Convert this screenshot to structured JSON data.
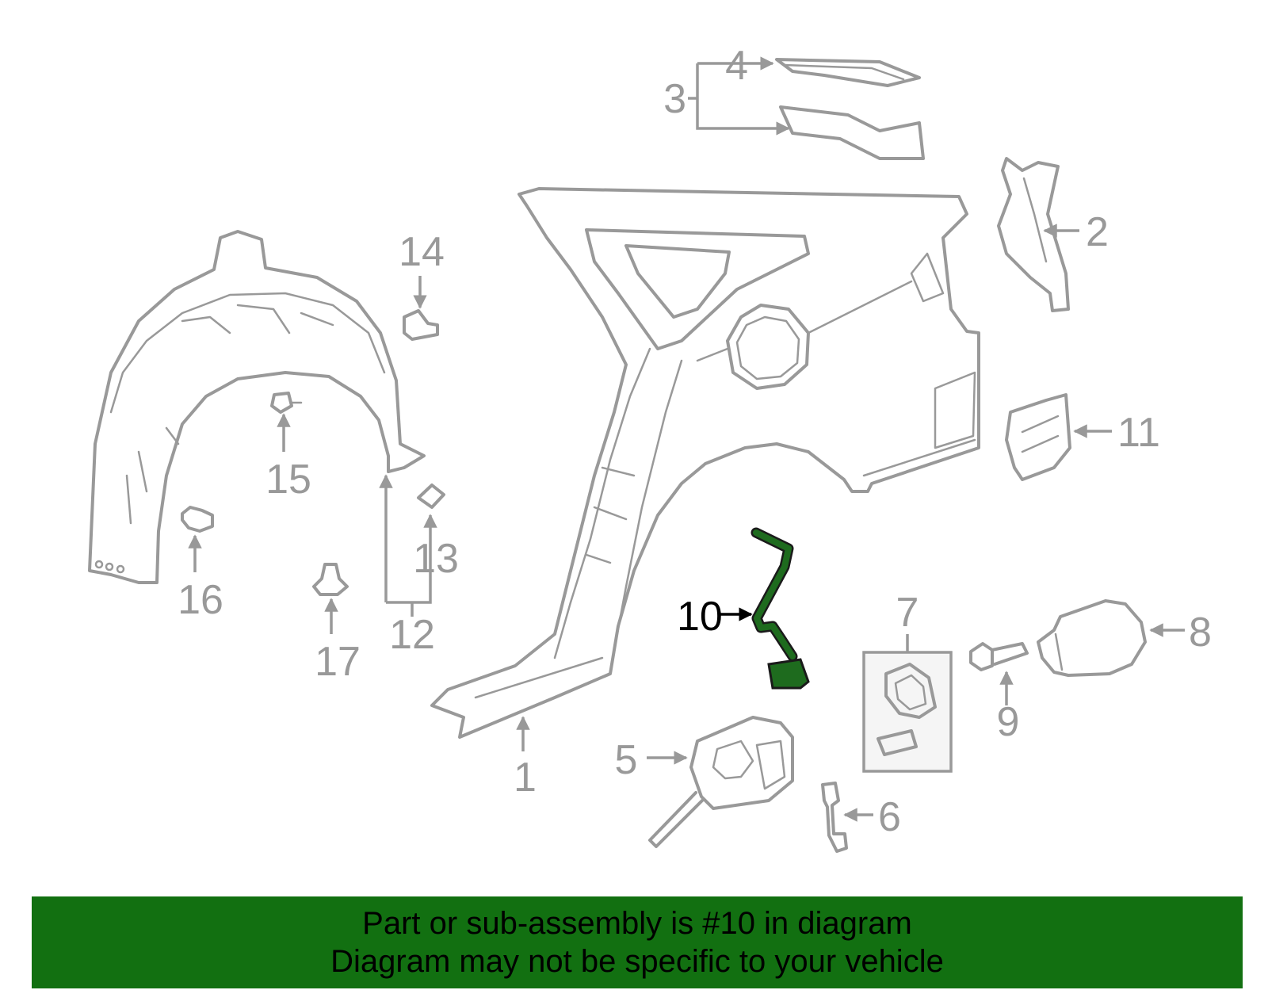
{
  "diagram": {
    "highlighted_part": "10",
    "highlight_color": "#127011",
    "callouts": [
      "1",
      "2",
      "3",
      "4",
      "5",
      "6",
      "7",
      "8",
      "9",
      "10",
      "11",
      "12",
      "13",
      "14",
      "15",
      "16",
      "17"
    ]
  },
  "banner": {
    "line1": "Part or sub-assembly is #10 in diagram",
    "line2": "Diagram may not be specific to your vehicle",
    "background": "#127011"
  }
}
